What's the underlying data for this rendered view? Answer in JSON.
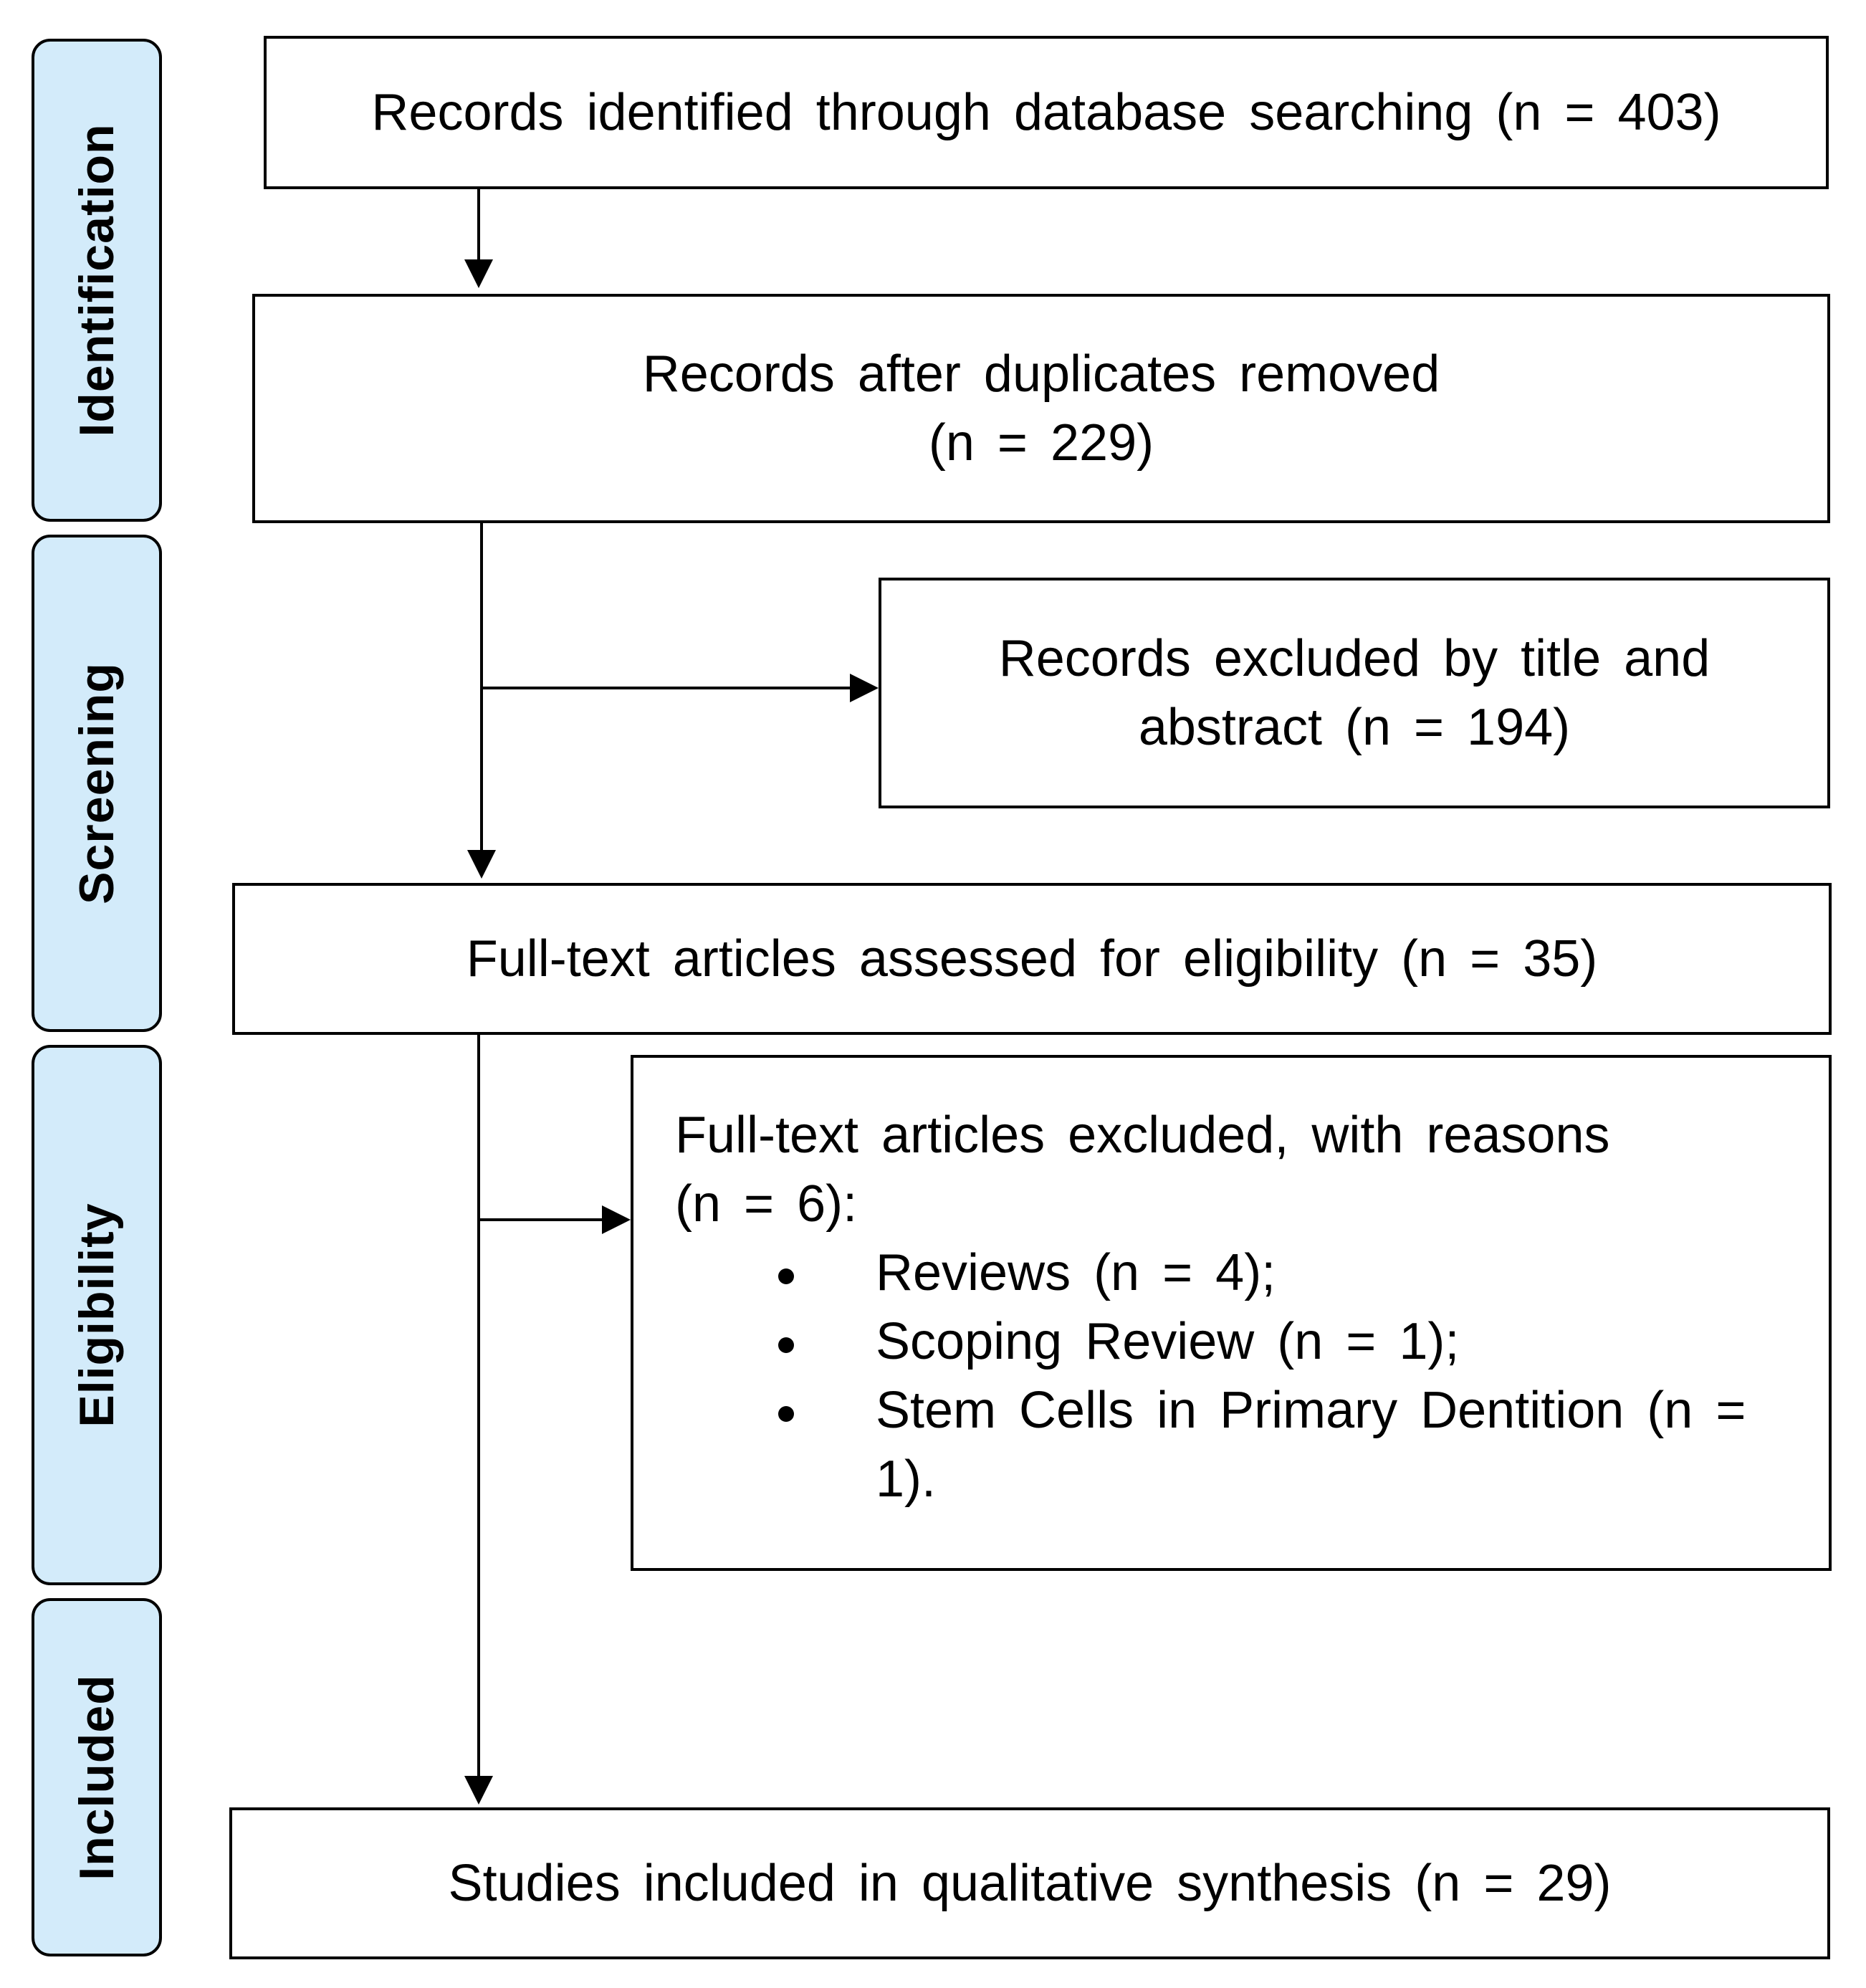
{
  "phases": {
    "identification": "Identification",
    "screening": "Screening",
    "eligibility": "Eligibility",
    "included": "Included"
  },
  "boxes": {
    "identified": "Records identified through database searching (n = 403)",
    "after_duplicates_line1": "Records after duplicates removed",
    "after_duplicates_line2": "(n = 229)",
    "excluded_title_line1": "Records excluded by title and",
    "excluded_title_line2": "abstract (n = 194)",
    "full_text_assessed": "Full-text articles assessed for eligibility (n = 35)",
    "full_text_excluded_line1": "Full-text articles excluded, with reasons",
    "full_text_excluded_line2": "(n = 6):",
    "reasons": [
      "Reviews (n = 4);",
      "Scoping Review (n = 1);",
      "Stem Cells in Primary Dentition (n = 1)."
    ],
    "included": "Studies included in qualitative synthesis (n = 29)"
  }
}
